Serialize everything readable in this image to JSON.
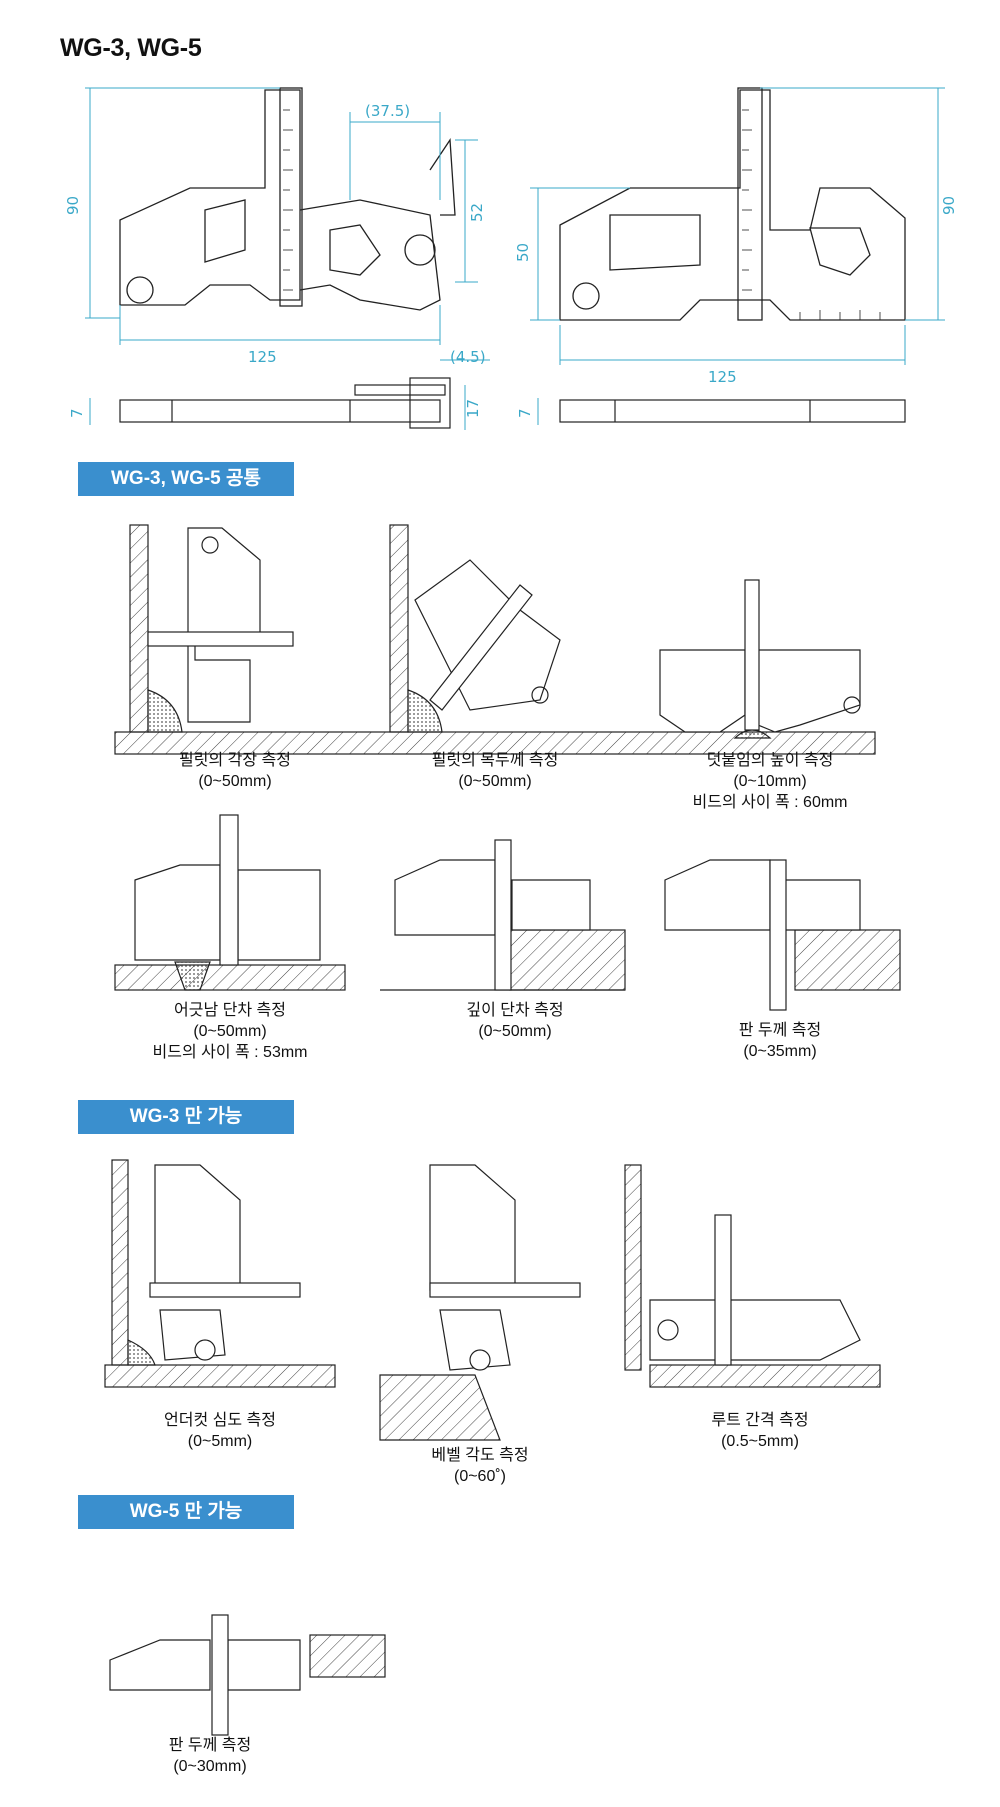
{
  "page_title": "WG-3, WG-5",
  "dimensions": {
    "left": {
      "height": "90",
      "width": "125",
      "top_offset": "(37.5)",
      "right_height": "52",
      "overhang": "(4.5)",
      "thickness": "7",
      "thickness_total": "17"
    },
    "right": {
      "height_left": "50",
      "height_right": "90",
      "width": "125",
      "thickness": "7"
    }
  },
  "sections": [
    {
      "label": "WG-3, WG-5 공통"
    },
    {
      "label": "WG-3 만 가능"
    },
    {
      "label": "WG-5 만 가능"
    }
  ],
  "captions": {
    "c1": [
      "필릿의 각장 측정",
      "(0~50mm)"
    ],
    "c2": [
      "필릿의 목두께 측정",
      "(0~50mm)"
    ],
    "c3": [
      "덧붙임의 높이 측정",
      "(0~10mm)",
      "비드의 사이 폭 : 60mm"
    ],
    "c4": [
      "어긋남 단차 측정",
      "(0~50mm)",
      "비드의 사이 폭 : 53mm"
    ],
    "c5": [
      "깊이 단차 측정",
      "(0~50mm)"
    ],
    "c6": [
      "판 두께 측정",
      "(0~35mm)"
    ],
    "c7": [
      "언더컷 심도 측정",
      "(0~5mm)"
    ],
    "c8": [
      "베벨 각도 측정",
      "(0~60˚)"
    ],
    "c9": [
      "루트 간격 측정",
      "(0.5~5mm)"
    ],
    "c10": [
      "판 두께 측정",
      "(0~30mm)"
    ]
  },
  "colors": {
    "band": "#3a8fce",
    "dimension": "#3aa8c8",
    "line": "#222222"
  }
}
